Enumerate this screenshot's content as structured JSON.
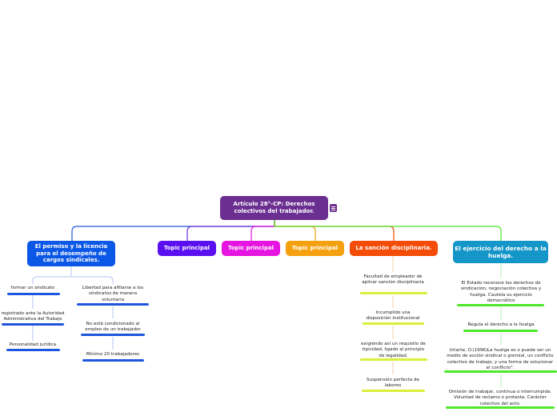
{
  "central": {
    "label": "Artículo 28°-CP: Derechos colectivos del trabajador."
  },
  "topics": [
    {
      "label": "El permiso y la licencia para el desempeño de cargos sindicales.",
      "color": "#0b57e6"
    },
    {
      "label": "Topic principal",
      "color": "#5a0ff0"
    },
    {
      "label": "Topic principal",
      "color": "#e614e0"
    },
    {
      "label": "Topic principal",
      "color": "#f5a10f"
    },
    {
      "label": "La sanción disciplinaria.",
      "color": "#f44b07"
    },
    {
      "label": "El ejercicio del derecho a la huelga.",
      "color": "#1596c9"
    }
  ],
  "permiso_left": [
    "formar un sindicato",
    "registrado ante la Autoridad Administrativa del Trabajo",
    "Personalidad jurídica"
  ],
  "permiso_right": [
    "Libertad para afiliarse a los sindicatos de manera voluntaria",
    "No está condicionado al empleo de un trabajador",
    "Mínimo 20 trabajadores"
  ],
  "sancion": [
    "Facultad de empleador de aplicar sanción disciplinaria",
    "Incumplido una disposición institucional",
    "exigiendo así un requisito de tipicidad, ligado al principio de legalidad.",
    "Suspensión perfecta de labores"
  ],
  "huelga": [
    "El Estado reconoce los derechos de sindicación, negociación colectiva y huelga. Cautela su ejercicio democrático",
    "Regula el derecho a la huelga",
    "Uriarte, O.(1996)La huelga es o puede ser un medio de acción sindical o gremial, un conflicto colectivo de trabajo, y una forma de solucionar el conflicto\".",
    "Omisión de trabajar, continua o interrumpida. Voluntad de reclamo o protesta. Carácter colectivo del acto."
  ],
  "colors": {
    "blue_line": "#1e55dd",
    "yellow_line": "#d9ef3a",
    "green_line": "#4ee82a",
    "lilac": "#c9b9e6"
  }
}
